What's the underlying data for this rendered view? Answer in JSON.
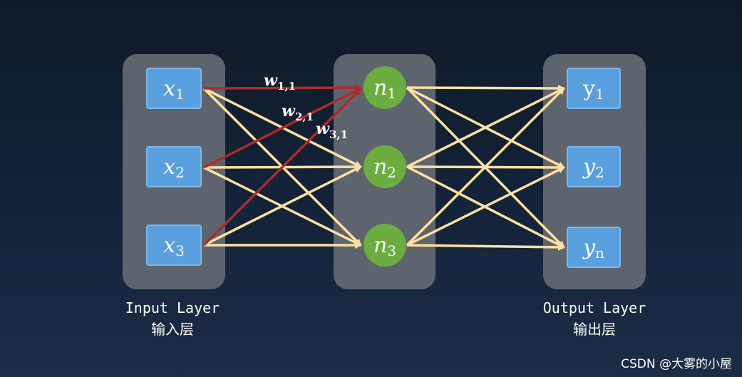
{
  "input_layer": {
    "caption_en": "Input Layer",
    "caption_zh": "输入层",
    "nodes": [
      {
        "var": "x",
        "sub": "1"
      },
      {
        "var": "x",
        "sub": "2"
      },
      {
        "var": "x",
        "sub": "3"
      }
    ]
  },
  "hidden_layer": {
    "nodes": [
      {
        "var": "n",
        "sub": "1"
      },
      {
        "var": "n",
        "sub": "2"
      },
      {
        "var": "n",
        "sub": "3"
      }
    ]
  },
  "output_layer": {
    "caption_en": "Output Layer",
    "caption_zh": "输出层",
    "nodes": [
      {
        "var": "y",
        "sub": "1"
      },
      {
        "var": "y",
        "sub": "2"
      },
      {
        "var": "y",
        "sub": "n"
      }
    ]
  },
  "weights": [
    {
      "var": "w",
      "sub": "1,1"
    },
    {
      "var": "w",
      "sub": "2,1"
    },
    {
      "var": "w",
      "sub": "3,1"
    }
  ],
  "watermark": "CSDN @大雾的小屋",
  "colors": {
    "highlight_edge": "#b02a2a",
    "edge": "#ffe0a0",
    "input_node": "#5aa0de",
    "neuron": "#6bae3f",
    "panel": "#5d646d"
  }
}
